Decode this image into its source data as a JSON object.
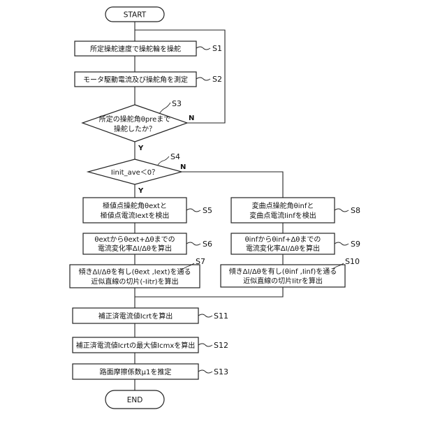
{
  "flowchart": {
    "start": "START",
    "end": "END",
    "steps": {
      "s1": {
        "label": "S1",
        "lines": [
          "所定操舵速度で操舵輪を操舵"
        ]
      },
      "s2": {
        "label": "S2",
        "lines": [
          "モータ駆動電流及び操舵角を測定"
        ]
      },
      "s3": {
        "label": "S3",
        "lines": [
          "所定の操舵角θpreまで",
          "操舵したか？"
        ]
      },
      "s4": {
        "label": "S4",
        "lines": [
          "Iinit_ave＜0？"
        ]
      },
      "s5": {
        "label": "S5",
        "lines": [
          "極値点操舵角θextと",
          "極値点電流Iextを検出"
        ]
      },
      "s6": {
        "label": "S6",
        "lines": [
          "θextからθext+Δθまでの",
          "電流変化率ΔI/Δθを算出"
        ]
      },
      "s7": {
        "label": "S7",
        "lines": [
          "傾きΔI/Δθを有し(θext ,Iext)を通る",
          "近似直線の切片(-Iitr)を算出"
        ]
      },
      "s8": {
        "label": "S8",
        "lines": [
          "変曲点操舵角θinfと",
          "変曲点電流Iinfを検出"
        ]
      },
      "s9": {
        "label": "S9",
        "lines": [
          "θinfからθinf+Δθまでの",
          "電流変化率ΔI/Δθを算出"
        ]
      },
      "s10": {
        "label": "S10",
        "lines": [
          "傾きΔI/Δθを有し(θinf ,Iinf)を通る",
          "近似直線の切片Iitrを算出"
        ]
      },
      "s11": {
        "label": "S11",
        "lines": [
          "補正済電流値Icrtを算出"
        ]
      },
      "s12": {
        "label": "S12",
        "lines": [
          "補正済電流値Icrtの最大値Icmxを算出"
        ]
      },
      "s13": {
        "label": "S13",
        "lines": [
          "路面摩擦係数μ1を推定"
        ]
      }
    },
    "branches": {
      "s3_yes": "Y",
      "s3_no": "N",
      "s4_yes": "Y",
      "s4_no": "N"
    }
  }
}
